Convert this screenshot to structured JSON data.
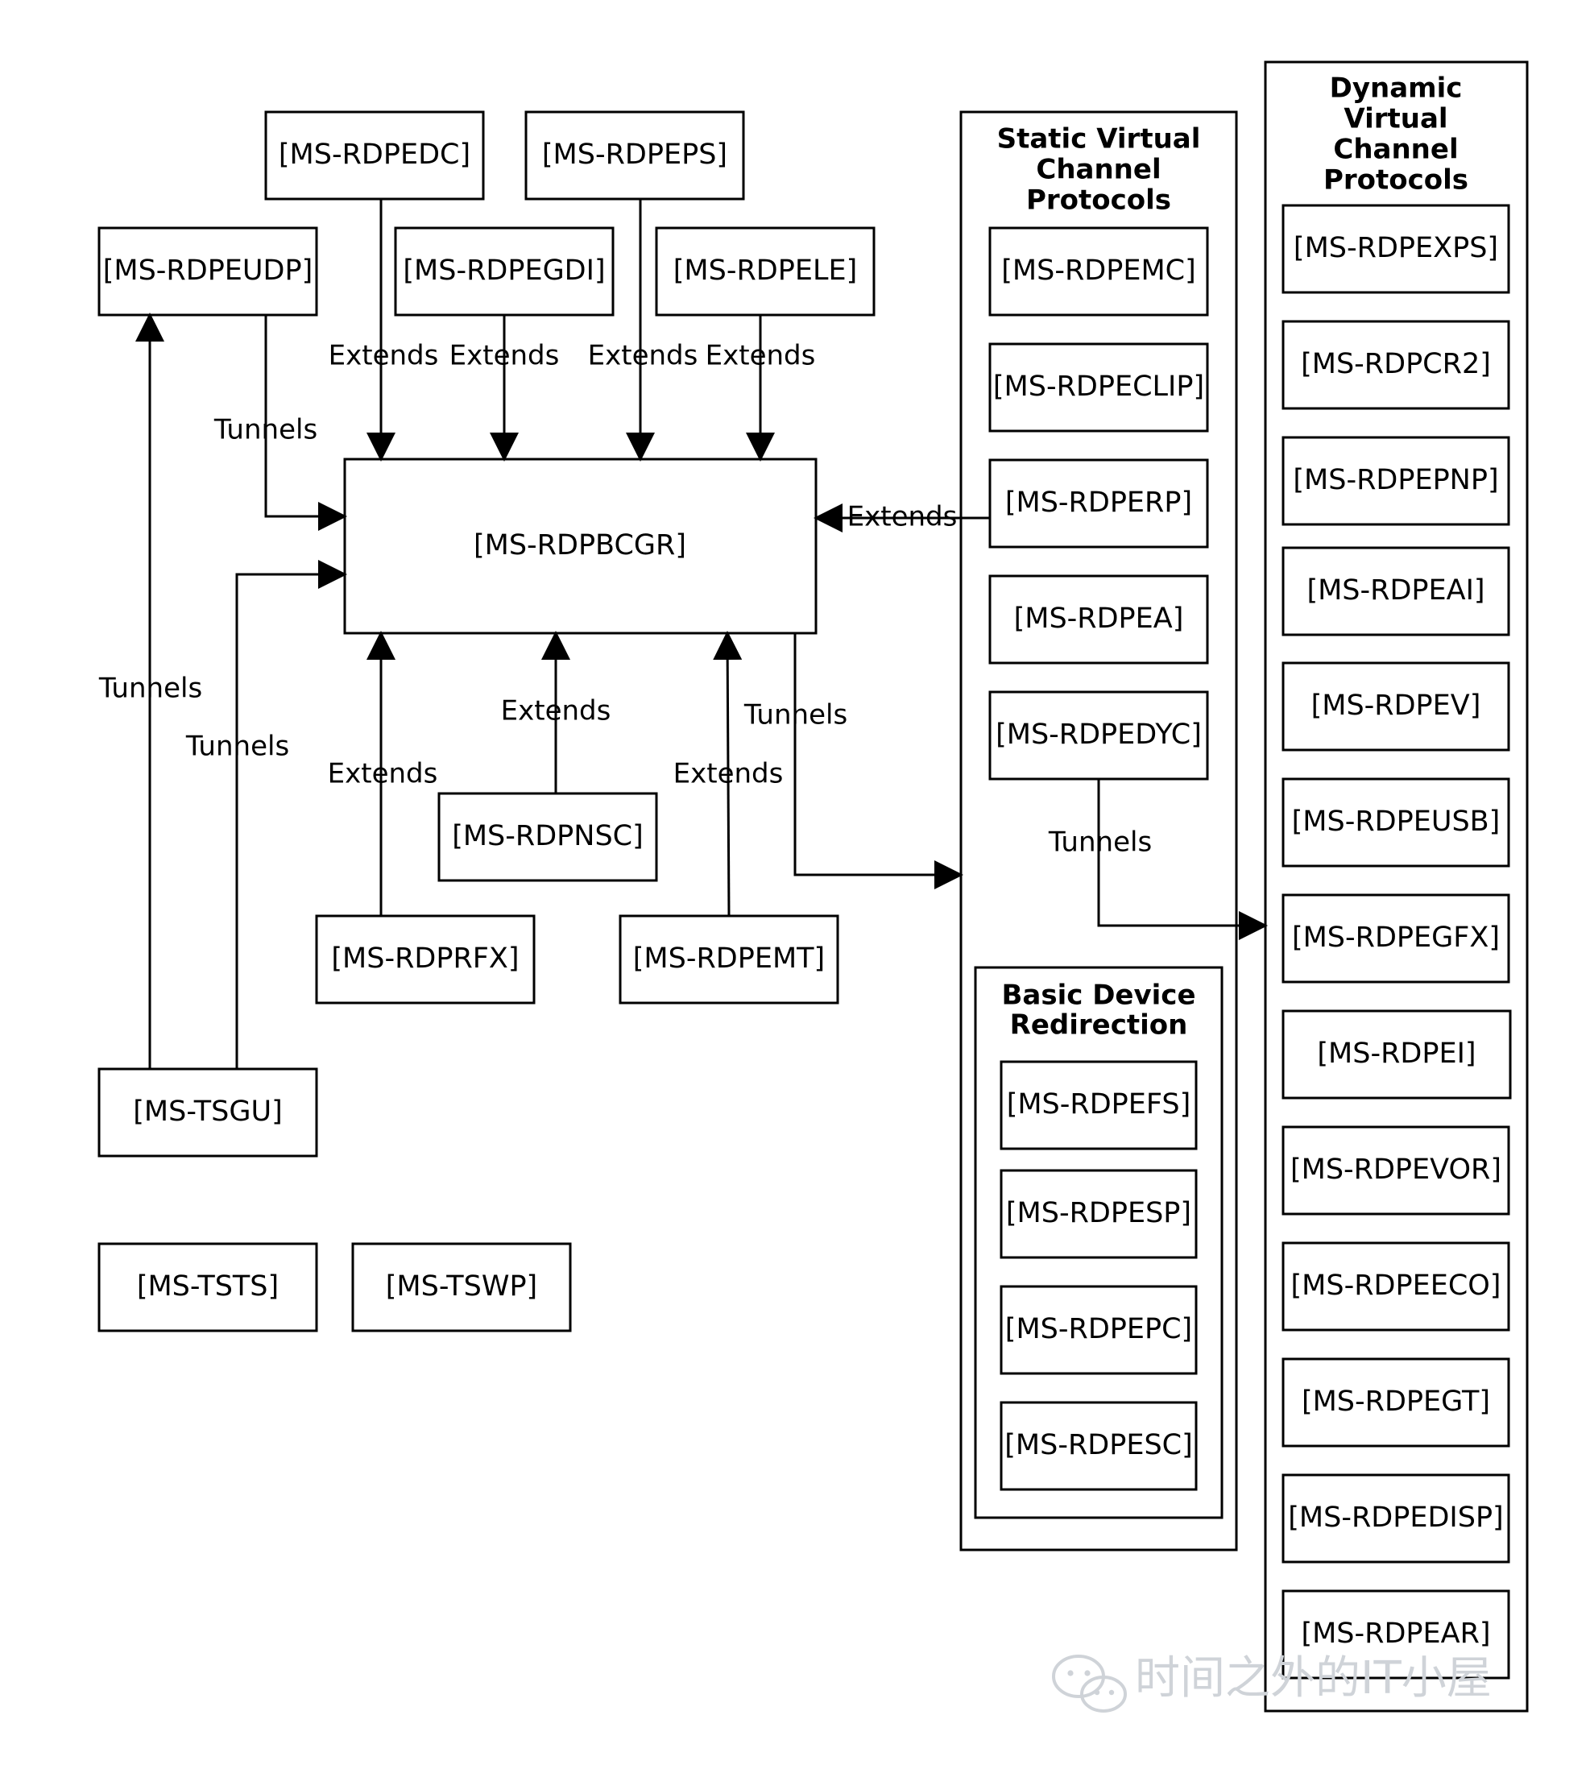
{
  "groups": {
    "static": {
      "title_lines": [
        "Static Virtual",
        "Channel",
        "Protocols"
      ]
    },
    "basic": {
      "title_lines": [
        "Basic Device",
        "Redirection"
      ]
    },
    "dynamic": {
      "title_lines": [
        "Dynamic",
        "Virtual",
        "Channel",
        "Protocols"
      ]
    }
  },
  "boxes": {
    "rdpedc": "[MS-RDPEDC]",
    "rdpeps": "[MS-RDPEPS]",
    "rdpeudp": "[MS-RDPEUDP]",
    "rdpegdi": "[MS-RDPEGDI]",
    "rdpele": "[MS-RDPELE]",
    "rdpbcgr": "[MS-RDPBCGR]",
    "rdpnsc": "[MS-RDPNSC]",
    "rdprfx": "[MS-RDPRFX]",
    "rdpemt": "[MS-RDPEMT]",
    "tsgu": "[MS-TSGU]",
    "tsts": "[MS-TSTS]",
    "tswp": "[MS-TSWP]",
    "rdpemc": "[MS-RDPEMC]",
    "rdpeclip": "[MS-RDPECLIP]",
    "rdperp": "[MS-RDPERP]",
    "rdpea": "[MS-RDPEA]",
    "rdpedyc": "[MS-RDPEDYC]",
    "rdpefs": "[MS-RDPEFS]",
    "rdpesp": "[MS-RDPESP]",
    "rdpepc": "[MS-RDPEPC]",
    "rdpesc": "[MS-RDPESC]",
    "rdpexps": "[MS-RDPEXPS]",
    "rdpcr2": "[MS-RDPCR2]",
    "rdpepnp": "[MS-RDPEPNP]",
    "rdpeai": "[MS-RDPEAI]",
    "rdpev": "[MS-RDPEV]",
    "rdpeusb": "[MS-RDPEUSB]",
    "rdpegfx": "[MS-RDPEGFX]",
    "rdpei": "[MS-RDPEI]",
    "rdpevor": "[MS-RDPEVOR]",
    "rdpeeco": "[MS-RDPEECO]",
    "rdpegt": "[MS-RDPEGT]",
    "rdpedisp": "[MS-RDPEDISP]",
    "rdpear": "[MS-RDPEAR]"
  },
  "edges": {
    "extends": "Extends",
    "tunnels": "Tunnels"
  },
  "watermark": {
    "text": "时间之外的IT小屋",
    "icon": "wechat-icon"
  }
}
